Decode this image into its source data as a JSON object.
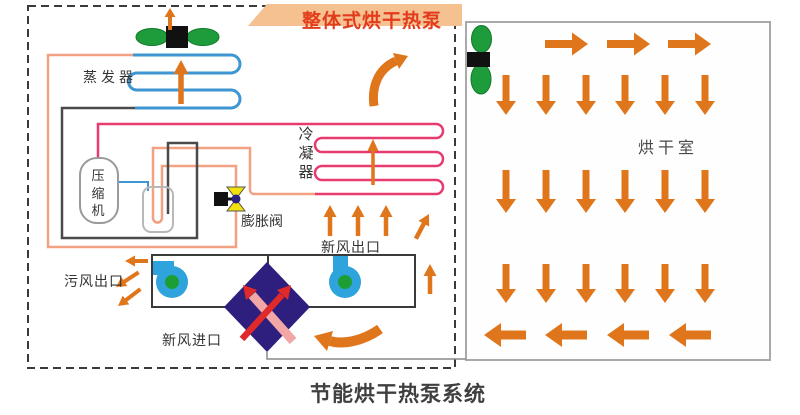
{
  "banner": {
    "text": "整体式烘干热泵"
  },
  "caption": {
    "text": "节能烘干热泵系统"
  },
  "unit": {
    "evaporator_label": "蒸发器",
    "condenser_label": "冷凝器",
    "compressor_label": "压缩机",
    "expansion_valve_label": "膨胀阀",
    "fresh_air_outlet_label": "新风出口",
    "foul_air_outlet_label": "污风出口",
    "fresh_air_inlet_label": "新风进口"
  },
  "drying_room": {
    "label": "烘干室"
  },
  "icons": {
    "axial_fan": "axial-fan-icon",
    "room_fan": "axial-fan-icon",
    "left_blower": "centrifugal-fan-icon",
    "right_blower": "centrifugal-fan-icon",
    "expansion_valve": "valve-icon",
    "heat_exchanger": "cross-flow-exchanger-icon"
  },
  "colors": {
    "orange": "#E0761C",
    "coil_blue": "#3E96D2",
    "coil_crimson": "#E73A6E",
    "pipe_salmon": "#F2A183",
    "pipe_dark": "#4A4A4A",
    "fan_green": "#1E9C3C",
    "blower_blue": "#2FA3DC",
    "blower_green": "#1D9E35",
    "exchanger_navy": "#2E1E7E",
    "valve_yellow": "#F2E10C",
    "valve_navy": "#2A2080",
    "banner_bg": "#F6C190",
    "banner_red": "#E23C1C",
    "cross_red": "#E02A2A",
    "cross_pink": "#F2A6A6"
  }
}
